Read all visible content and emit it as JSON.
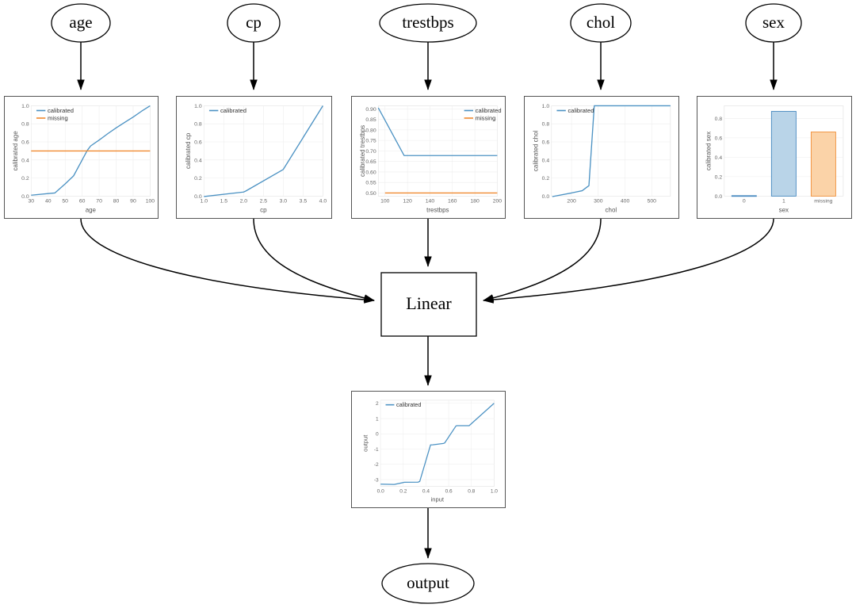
{
  "graph": {
    "input_nodes": [
      {
        "id": "age",
        "label": "age"
      },
      {
        "id": "cp",
        "label": "cp"
      },
      {
        "id": "trestbps",
        "label": "trestbps"
      },
      {
        "id": "chol",
        "label": "chol"
      },
      {
        "id": "sex",
        "label": "sex"
      }
    ],
    "linear_node": {
      "label": "Linear"
    },
    "output_node": {
      "label": "output"
    }
  },
  "colors": {
    "calibrated": "#4c92c3",
    "missing": "#f08a30",
    "bar_blue_fill": "#b9d4e8",
    "bar_blue_edge": "#3e83bd",
    "bar_orange_fill": "#fbd3a8",
    "bar_orange_edge": "#f08a30",
    "panel_border": "#555555",
    "edge": "#000000"
  },
  "chart_data": [
    {
      "id": "age",
      "type": "line",
      "title": "",
      "xlabel": "age",
      "ylabel": "calibrated age",
      "xlim": [
        30,
        100
      ],
      "ylim": [
        0.0,
        1.0
      ],
      "xticks": [
        30,
        40,
        50,
        60,
        70,
        80,
        90,
        100
      ],
      "yticks": [
        0.0,
        0.2,
        0.4,
        0.6,
        0.8,
        1.0
      ],
      "grid": true,
      "legend": [
        "calibrated",
        "missing"
      ],
      "legend_position": "upper left",
      "series": [
        {
          "name": "calibrated",
          "color": "calibrated",
          "x": [
            30,
            40,
            44,
            50,
            55,
            60,
            63,
            65,
            70,
            75,
            80,
            85,
            90,
            95,
            100
          ],
          "y": [
            0.01,
            0.028,
            0.035,
            0.135,
            0.225,
            0.4,
            0.505,
            0.555,
            0.62,
            0.69,
            0.755,
            0.815,
            0.875,
            0.94,
            1.0
          ]
        },
        {
          "name": "missing",
          "color": "missing",
          "x": [
            30,
            100
          ],
          "y": [
            0.5,
            0.5
          ]
        }
      ]
    },
    {
      "id": "cp",
      "type": "line",
      "title": "",
      "xlabel": "cp",
      "ylabel": "calibrated cp",
      "xlim": [
        1.0,
        4.0
      ],
      "ylim": [
        0.0,
        1.0
      ],
      "xticks": [
        1.0,
        1.5,
        2.0,
        2.5,
        3.0,
        3.5,
        4.0
      ],
      "yticks": [
        0.0,
        0.2,
        0.4,
        0.6,
        0.8,
        1.0
      ],
      "grid": true,
      "legend": [
        "calibrated"
      ],
      "legend_position": "upper left",
      "series": [
        {
          "name": "calibrated",
          "color": "calibrated",
          "x": [
            1.0,
            2.0,
            2.05,
            3.0,
            4.0
          ],
          "y": [
            -0.005,
            0.045,
            0.055,
            0.295,
            1.0
          ]
        }
      ]
    },
    {
      "id": "trestbps",
      "type": "line",
      "title": "",
      "xlabel": "trestbps",
      "ylabel": "calibrated trestbps",
      "xlim": [
        94,
        200
      ],
      "ylim": [
        0.485,
        0.915
      ],
      "xticks": [
        100,
        120,
        140,
        160,
        180,
        200
      ],
      "yticks": [
        0.5,
        0.55,
        0.6,
        0.65,
        0.7,
        0.75,
        0.8,
        0.85,
        0.9
      ],
      "grid": true,
      "legend": [
        "calibrated",
        "missing"
      ],
      "legend_position": "upper right",
      "series": [
        {
          "name": "calibrated",
          "color": "calibrated",
          "x": [
            94,
            117,
            200
          ],
          "y": [
            0.905,
            0.678,
            0.678
          ]
        },
        {
          "name": "missing",
          "color": "missing",
          "x": [
            100,
            200
          ],
          "y": [
            0.5,
            0.5
          ]
        }
      ]
    },
    {
      "id": "chol",
      "type": "line",
      "title": "",
      "xlabel": "chol",
      "ylabel": "calibrated chol",
      "xlim": [
        125,
        570
      ],
      "ylim": [
        0.0,
        1.0
      ],
      "xticks": [
        200,
        300,
        400,
        500
      ],
      "yticks": [
        0.0,
        0.2,
        0.4,
        0.6,
        0.8,
        1.0
      ],
      "grid": true,
      "legend": [
        "calibrated"
      ],
      "legend_position": "upper left",
      "series": [
        {
          "name": "calibrated",
          "color": "calibrated",
          "x": [
            128,
            200,
            240,
            260,
            265,
            285,
            570
          ],
          "y": [
            -0.005,
            0.035,
            0.06,
            0.105,
            0.115,
            1.0,
            1.0
          ]
        }
      ]
    },
    {
      "id": "sex",
      "type": "bar",
      "title": "",
      "xlabel": "sex",
      "ylabel": "calibrated sex",
      "categories": [
        "0",
        "1",
        "missing"
      ],
      "values": [
        0.005,
        0.872,
        0.66
      ],
      "bar_colors": [
        "bar_blue",
        "bar_blue",
        "bar_orange"
      ],
      "ylim": [
        0.0,
        0.93
      ],
      "yticks": [
        0.0,
        0.2,
        0.4,
        0.6,
        0.8
      ],
      "grid": true,
      "legend": []
    },
    {
      "id": "output",
      "type": "line",
      "title": "",
      "xlabel": "input",
      "ylabel": "output",
      "xlim": [
        0.0,
        1.0
      ],
      "ylim": [
        -3.45,
        2.2
      ],
      "xticks": [
        0.0,
        0.2,
        0.4,
        0.6,
        0.8,
        1.0
      ],
      "yticks": [
        -3,
        -2,
        -1,
        0,
        1,
        2
      ],
      "grid": true,
      "legend": [
        "calibrated"
      ],
      "legend_position": "upper left",
      "series": [
        {
          "name": "calibrated",
          "color": "calibrated",
          "x": [
            0.0,
            0.12,
            0.21,
            0.33,
            0.345,
            0.44,
            0.46,
            0.555,
            0.565,
            0.665,
            0.675,
            0.78,
            1.0
          ],
          "y": [
            -3.3,
            -3.32,
            -3.18,
            -3.17,
            -3.12,
            -0.73,
            -0.72,
            -0.63,
            -0.6,
            0.52,
            0.53,
            0.53,
            2.0
          ]
        }
      ]
    }
  ]
}
